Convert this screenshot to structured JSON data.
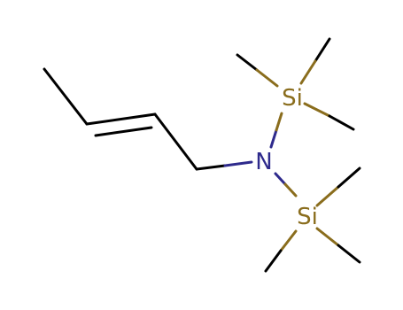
{
  "molecule": {
    "atoms": [
      {
        "id": "si1",
        "label": "Si",
        "color": "#8a6d1d"
      },
      {
        "id": "n",
        "label": "N",
        "color": "#2e2a8c"
      },
      {
        "id": "si2",
        "label": "Si",
        "color": "#8a6d1d"
      }
    ],
    "colors": {
      "bond": "#000000",
      "nitrogen": "#2e2a8c",
      "silicon": "#8a6d1d"
    }
  }
}
